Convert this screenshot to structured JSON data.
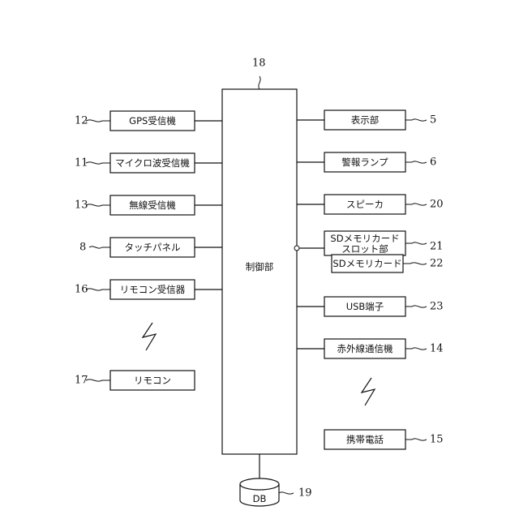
{
  "control_unit": {
    "label": "制御部",
    "ref": "18"
  },
  "database": {
    "label": "DB",
    "ref": "19"
  },
  "left_blocks": [
    {
      "key": "gps",
      "label": "GPS受信機",
      "ref": "12"
    },
    {
      "key": "microwave",
      "label": "マイクロ波受信機",
      "ref": "11"
    },
    {
      "key": "wireless",
      "label": "無線受信機",
      "ref": "13"
    },
    {
      "key": "touch",
      "label": "タッチパネル",
      "ref": "8"
    },
    {
      "key": "remote-receiver",
      "label": "リモコン受信器",
      "ref": "16"
    },
    {
      "key": "remote",
      "label": "リモコン",
      "ref": "17"
    }
  ],
  "right_blocks": [
    {
      "key": "display",
      "label": "表示部",
      "ref": "5"
    },
    {
      "key": "warning-lamp",
      "label": "警報ランプ",
      "ref": "6"
    },
    {
      "key": "speaker",
      "label": "スピーカ",
      "ref": "20"
    },
    {
      "key": "sd-slot",
      "label_line1": "SDメモリカード",
      "label_line2": "スロット部",
      "ref": "21"
    },
    {
      "key": "sd-card",
      "label": "SDメモリカード",
      "ref": "22"
    },
    {
      "key": "usb",
      "label": "USB端子",
      "ref": "23"
    },
    {
      "key": "infrared",
      "label": "赤外線通信機",
      "ref": "14"
    },
    {
      "key": "mobile",
      "label": "携帯電話",
      "ref": "15"
    }
  ],
  "icons": [
    "wireless-link-icon",
    "wireless-link-icon"
  ]
}
